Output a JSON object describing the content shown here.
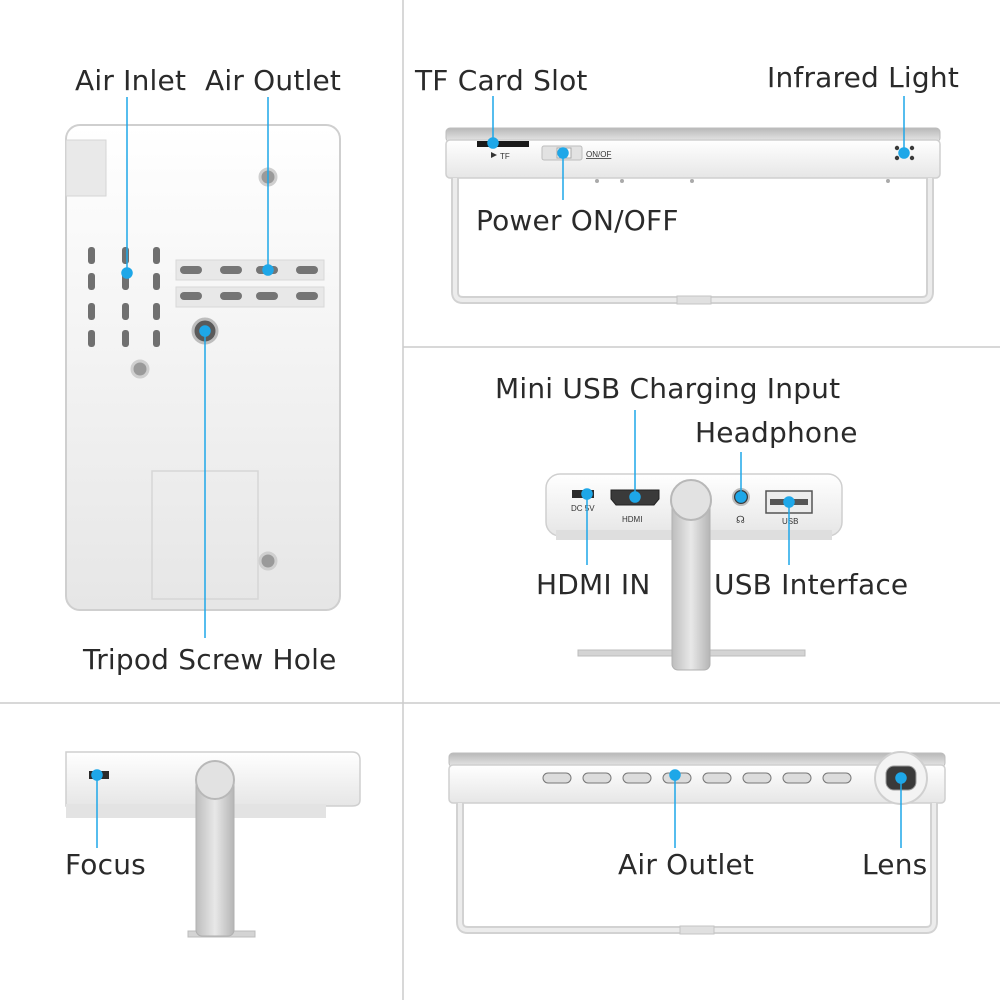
{
  "panels": {
    "bottom_view": {
      "air_inlet": "Air Inlet",
      "air_outlet": "Air Outlet",
      "tripod_screw_hole": "Tripod Screw Hole"
    },
    "top_view": {
      "tf_card_slot": "TF Card Slot",
      "infrared_light": "Infrared Light",
      "power_on_off": "Power ON/OFF",
      "tf_print": "TF",
      "onoff_print": "ON/OF"
    },
    "back_view": {
      "mini_usb_charging_input": "Mini USB Charging Input",
      "headphone": "Headphone",
      "hdmi_in": "HDMI IN",
      "usb_interface": "USB Interface",
      "dc_print": "DC 5V",
      "hdmi_print": "HDMI",
      "usb_print": "USB"
    },
    "side_view": {
      "focus": "Focus"
    },
    "front_view": {
      "air_outlet": "Air Outlet",
      "lens": "Lens"
    }
  },
  "colors": {
    "callout_blue": "#1ea7e8",
    "device_body": "#f2f2f2",
    "device_edge": "#cfcfcf",
    "stand": "#c8c8c8",
    "divider": "#cccccc",
    "label_text": "#2a2a2a"
  }
}
